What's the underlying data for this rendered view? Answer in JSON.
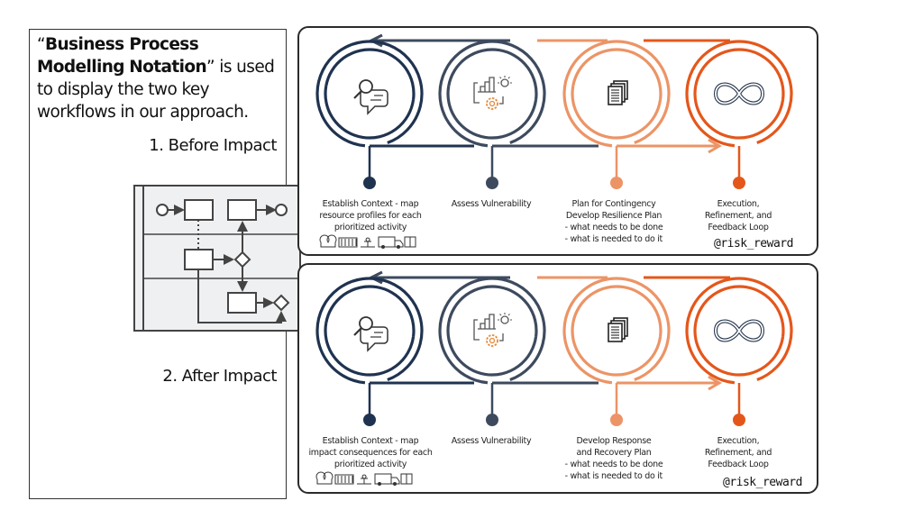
{
  "intro": {
    "quote_open": "“",
    "bold_text_1": "Business Process Modelling",
    "bold_text_2": "Notation",
    "rest_text": "” is used to display the two key workflows in our approach.",
    "label_before": "1. Before Impact",
    "label_after": "2. After Impact"
  },
  "bpmn_icon": {
    "name": "bpmn-swimlane-diagram"
  },
  "colors": {
    "navy": "#1f3350",
    "slate": "#3d4a5e",
    "light_orange": "#ec9466",
    "dark_orange": "#e4571b",
    "icon_orange": "#e58a3c"
  },
  "workflows": [
    {
      "title": "Before Impact",
      "steps": [
        {
          "label_lines": [
            "Establish Context - map",
            "resource profiles for each",
            "prioritized activity"
          ],
          "icon": "search-chat-icon",
          "has_resources": true
        },
        {
          "label_lines": [
            "Assess Vulnerability"
          ],
          "icon": "analysis-gear-bulb-icon"
        },
        {
          "label_lines": [
            "Plan for Contingency",
            "Develop Resilience Plan"
          ],
          "sub_items": [
            "- what needs to be done",
            "- what is needed to do it"
          ],
          "icon": "documents-icon"
        },
        {
          "label_lines": [
            "Execution,",
            "Refinement, and",
            "Feedback Loop"
          ],
          "icon": "infinity-icon"
        }
      ],
      "handle": "@risk_reward"
    },
    {
      "title": "After Impact",
      "steps": [
        {
          "label_lines": [
            "Establish Context - map",
            "impact consequences for each",
            "prioritized activity"
          ],
          "icon": "search-chat-icon",
          "has_resources": true
        },
        {
          "label_lines": [
            "Assess Vulnerability"
          ],
          "icon": "analysis-gear-bulb-icon"
        },
        {
          "label_lines": [
            "Develop Response",
            "and Recovery Plan"
          ],
          "sub_items": [
            "- what needs to be done",
            "- what is needed to do it"
          ],
          "icon": "documents-icon"
        },
        {
          "label_lines": [
            "Execution,",
            "Refinement, and",
            "Feedback Loop"
          ],
          "icon": "infinity-icon"
        }
      ],
      "handle": "@risk_reward"
    }
  ]
}
